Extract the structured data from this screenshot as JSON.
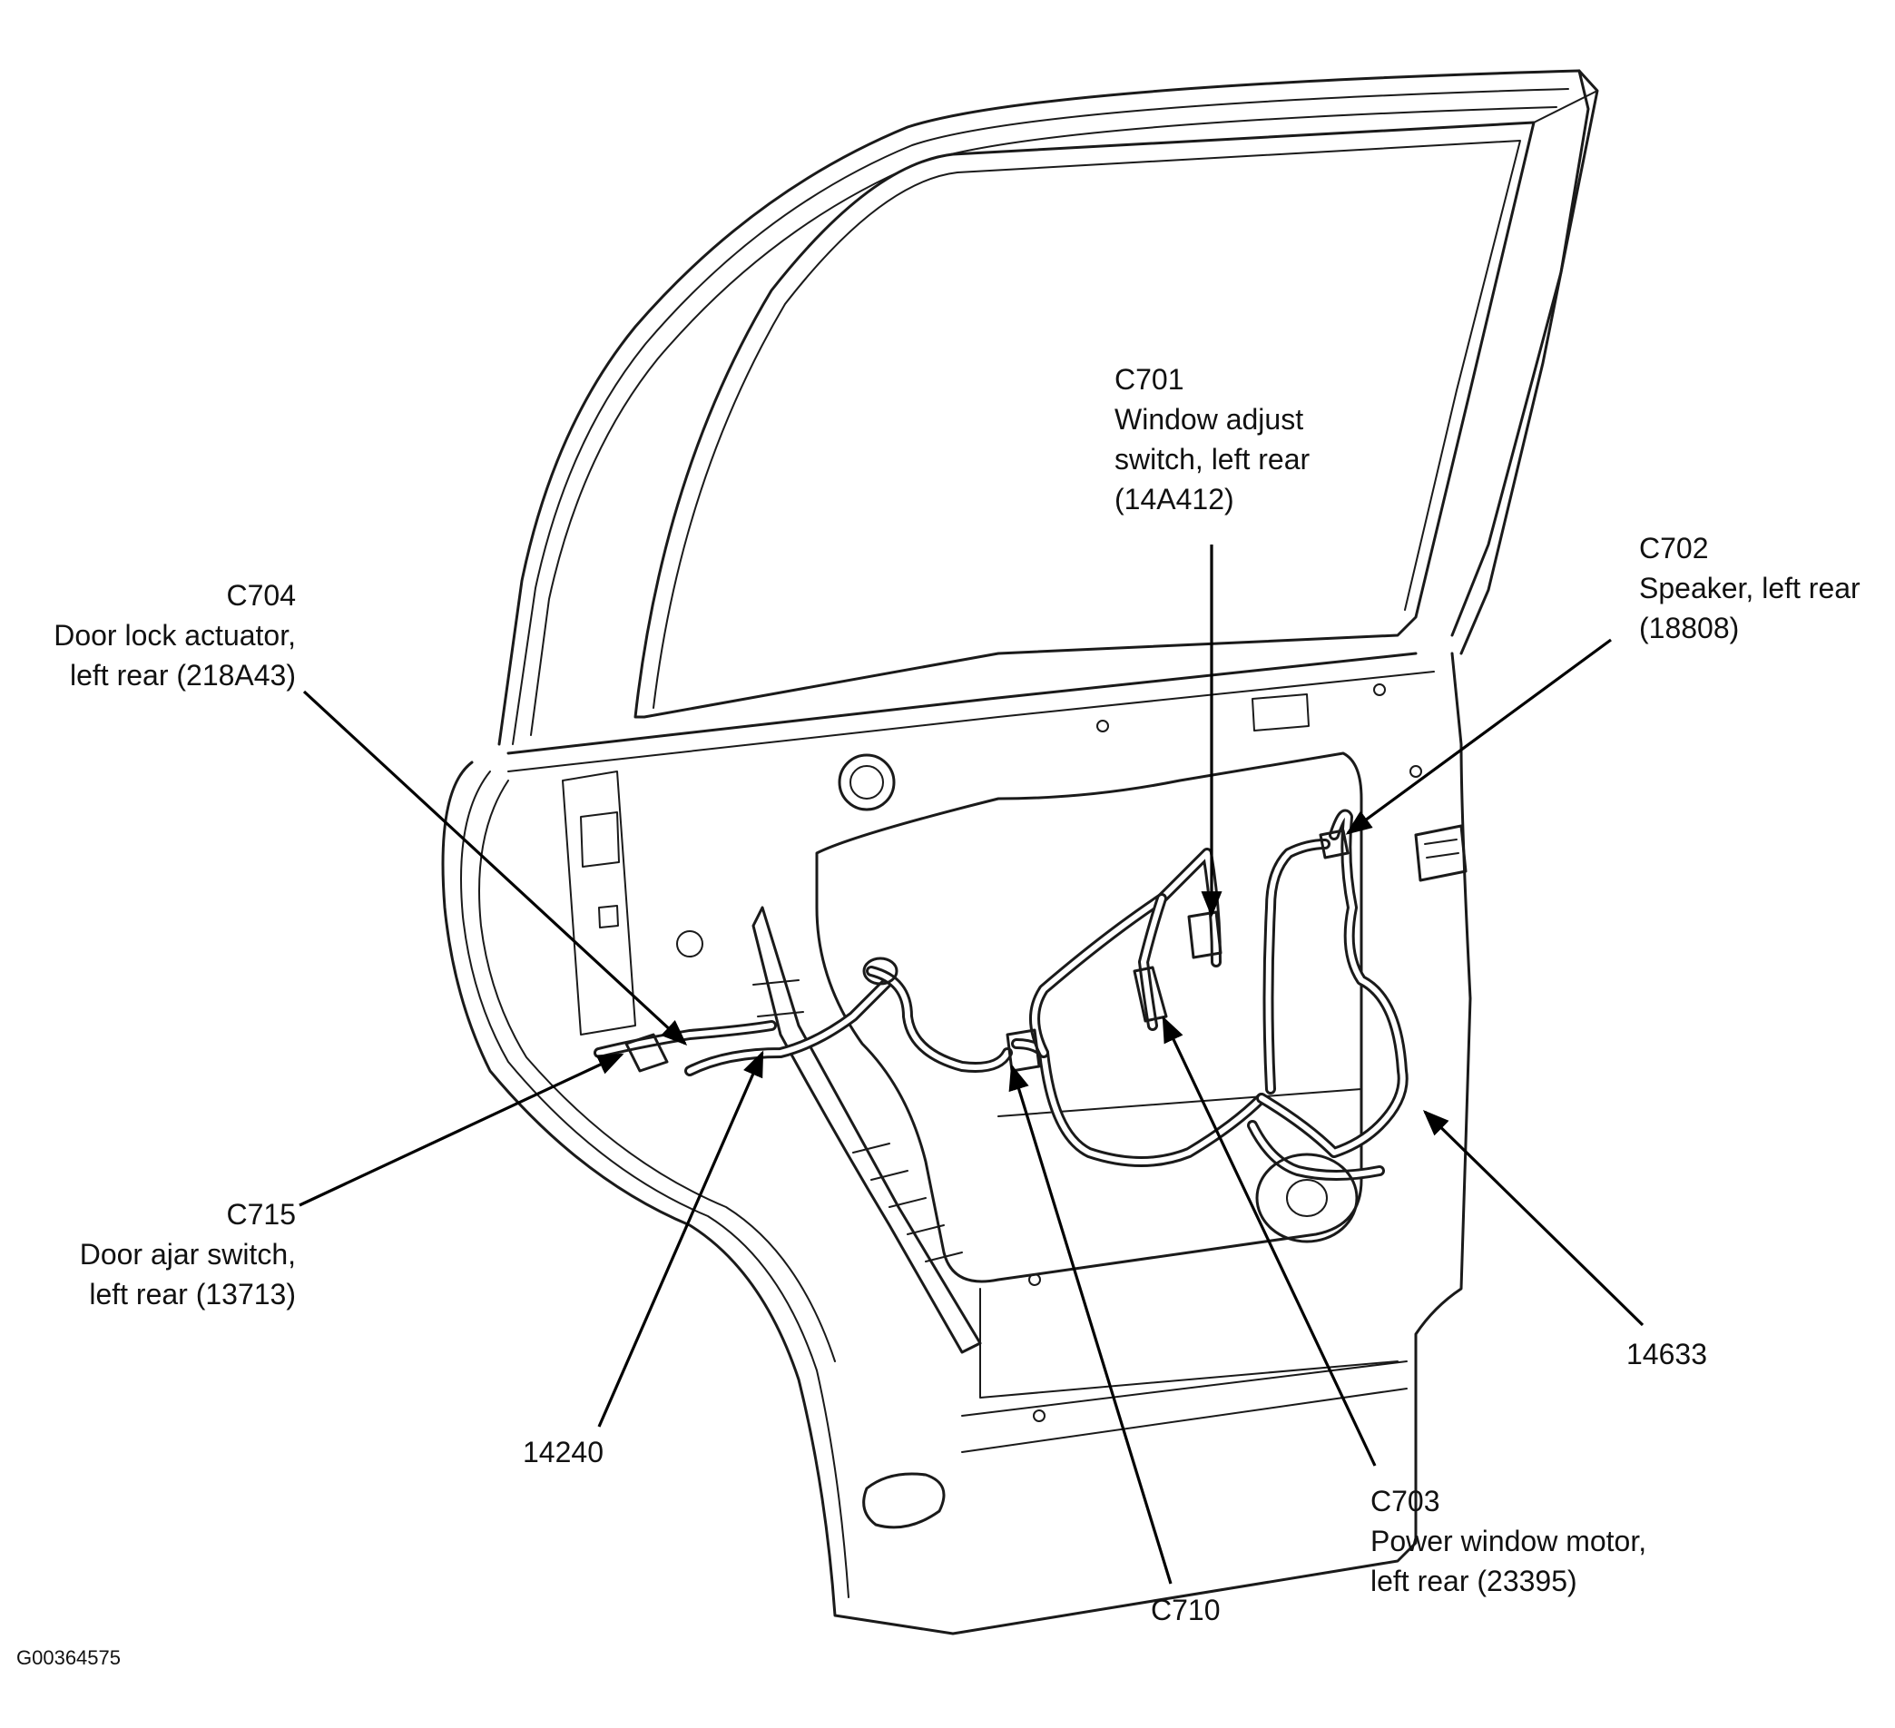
{
  "callouts": {
    "c701": {
      "code": "C701",
      "line1": "Window adjust",
      "line2": "switch, left rear",
      "line3": "(14A412)"
    },
    "c702": {
      "code": "C702",
      "line1": "Speaker, left rear",
      "line2": "(18808)"
    },
    "c704": {
      "code": "C704",
      "line1": "Door lock actuator,",
      "line2": "left rear (218A43)"
    },
    "c715": {
      "code": "C715",
      "line1": "Door ajar switch,",
      "line2": "left rear (13713)"
    },
    "c703": {
      "code": "C703",
      "line1": "Power window motor,",
      "line2": "left rear (23395)"
    },
    "c710": {
      "code": "C710"
    },
    "p14240": {
      "code": "14240"
    },
    "p14633": {
      "code": "14633"
    }
  },
  "figure_id": "G00364575"
}
